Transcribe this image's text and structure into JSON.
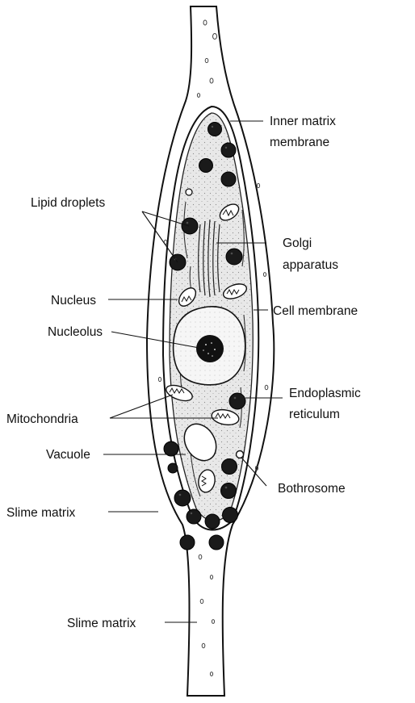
{
  "diagram": {
    "labels": {
      "inner_matrix_membrane": [
        "Inner matrix",
        "membrane"
      ],
      "lipid_droplets": "Lipid droplets",
      "golgi_apparatus": [
        "Golgi",
        "apparatus"
      ],
      "nucleus": "Nucleus",
      "cell_membrane": "Cell membrane",
      "nucleolus": "Nucleolus",
      "endoplasmic_reticulum": [
        "Endoplasmic",
        "reticulum"
      ],
      "mitochondria": "Mitochondria",
      "vacuole": "Vacuole",
      "bothrosome": "Bothrosome",
      "slime_matrix_upper": "Slime matrix",
      "slime_matrix_lower": "Slime matrix"
    }
  }
}
